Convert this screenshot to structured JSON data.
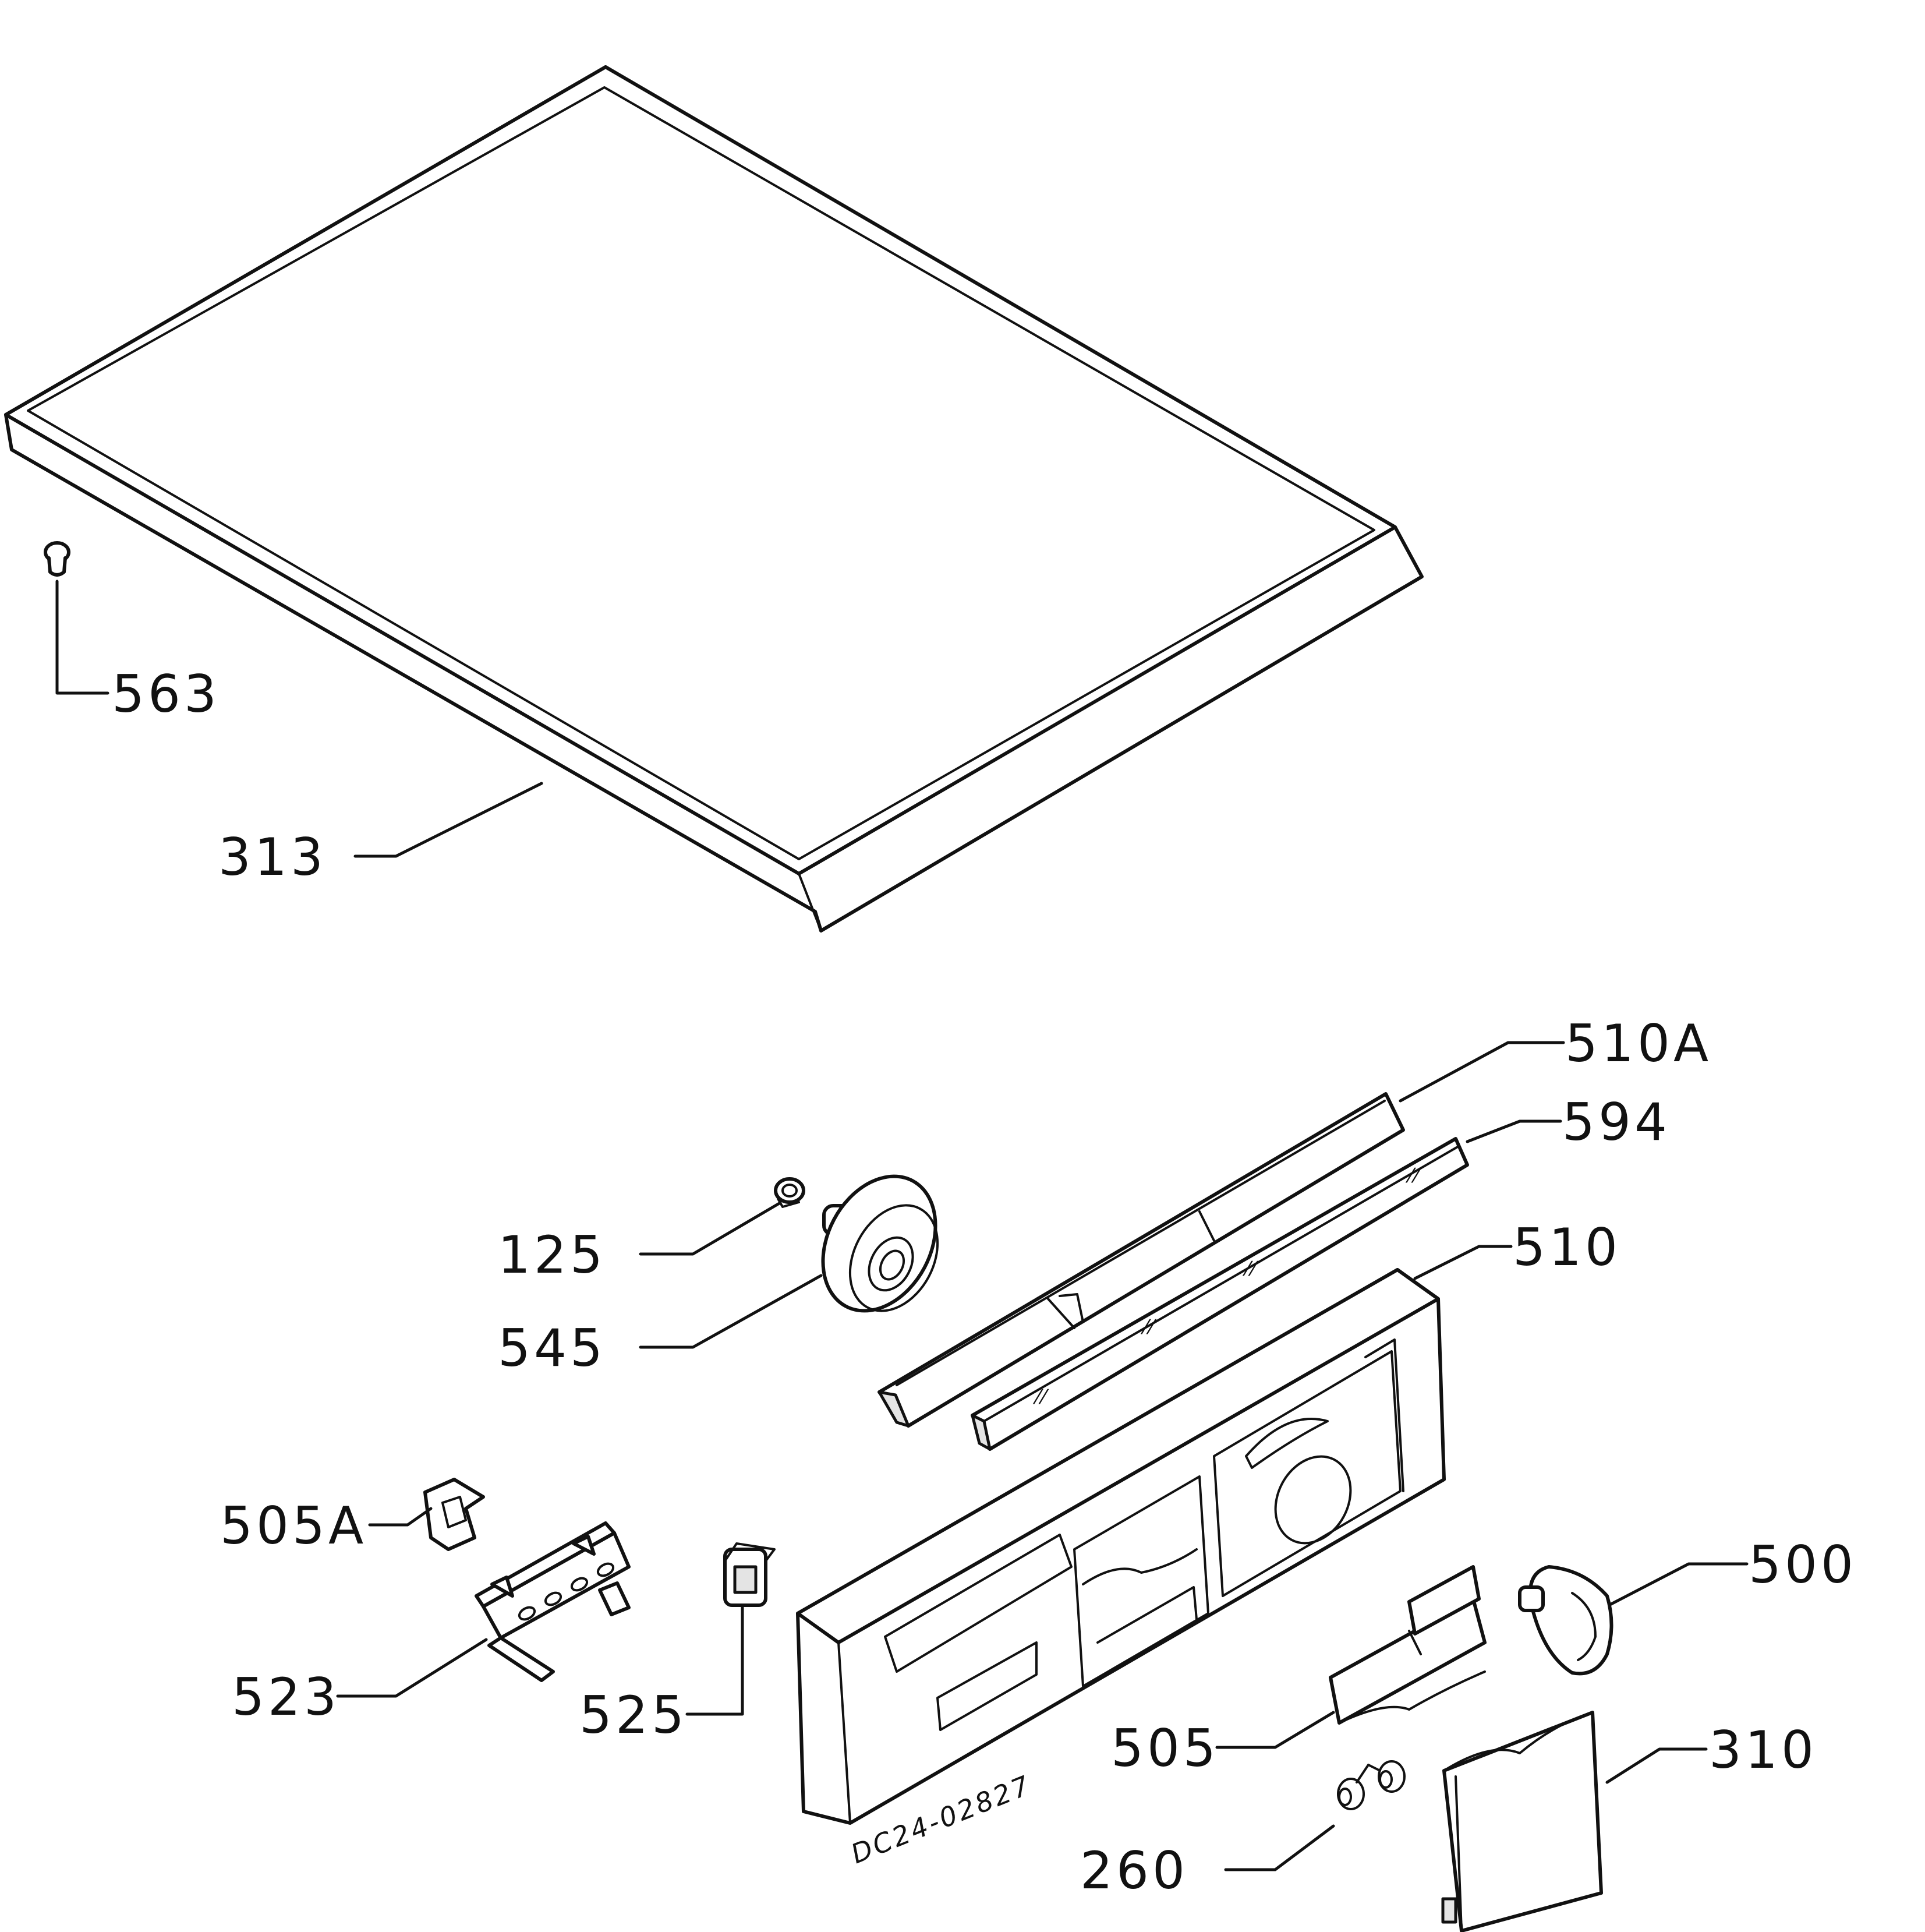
{
  "drawing_number": "DC24-02827",
  "parts": [
    {
      "id": "p313",
      "callout": "313",
      "name": "worktop"
    },
    {
      "id": "p563",
      "callout": "563",
      "name": "cap"
    },
    {
      "id": "p510A",
      "callout": "510A",
      "name": "handle strip"
    },
    {
      "id": "p594",
      "callout": "594",
      "name": "decor strip"
    },
    {
      "id": "p125",
      "callout": "125",
      "name": "nut"
    },
    {
      "id": "p545",
      "callout": "545",
      "name": "indicator lens"
    },
    {
      "id": "p510",
      "callout": "510",
      "name": "control panel"
    },
    {
      "id": "p505A",
      "callout": "505A",
      "name": "clip"
    },
    {
      "id": "p523",
      "callout": "523",
      "name": "push-button block"
    },
    {
      "id": "p525",
      "callout": "525",
      "name": "switch"
    },
    {
      "id": "p500",
      "callout": "500",
      "name": "knob"
    },
    {
      "id": "p505",
      "callout": "505",
      "name": "flap"
    },
    {
      "id": "p310",
      "callout": "310",
      "name": "door"
    },
    {
      "id": "p260",
      "callout": "260",
      "name": "spring"
    }
  ]
}
